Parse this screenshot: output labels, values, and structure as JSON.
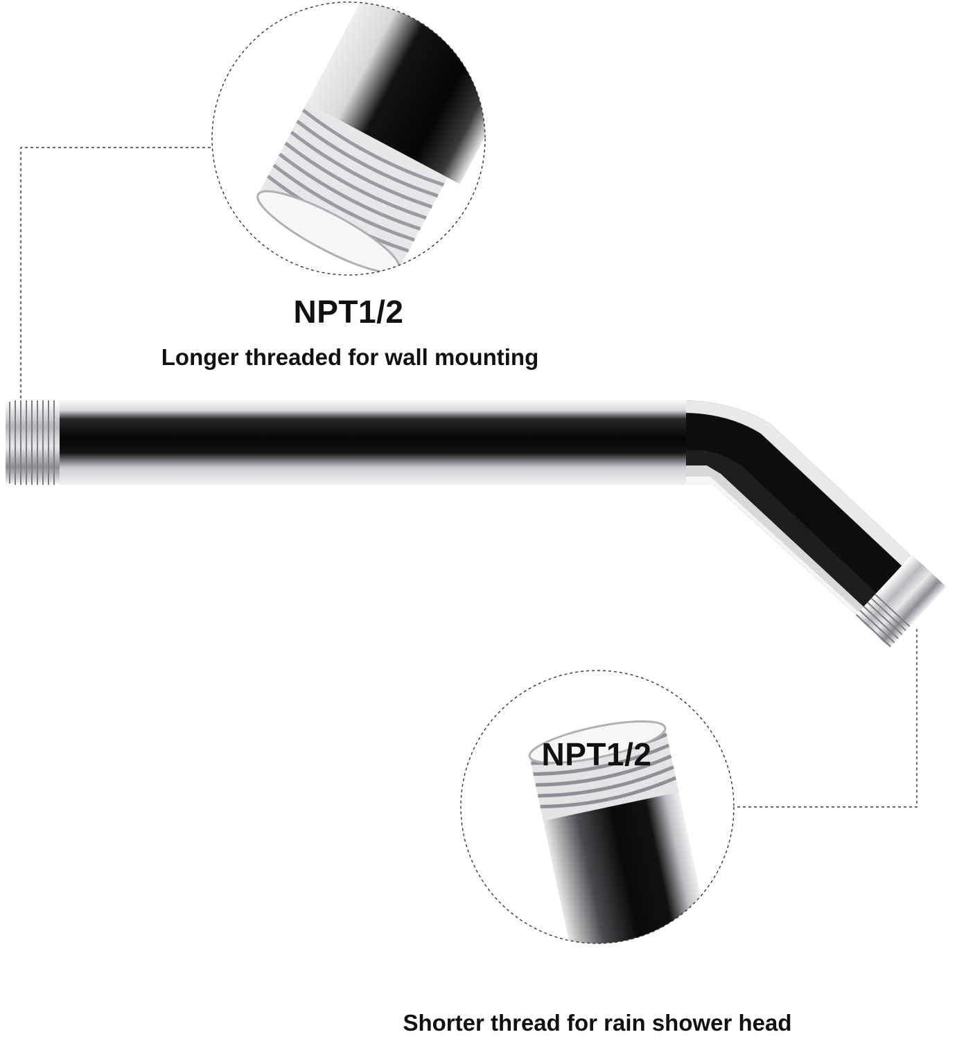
{
  "top_callout": {
    "spec": "NPT1/2",
    "description": "Longer threaded for wall mounting"
  },
  "bottom_callout": {
    "spec": "NPT1/2",
    "description": "Shorter thread for rain shower head"
  },
  "product": {
    "subject": "chrome-shower-arm",
    "finish_colors": {
      "chrome_dark": "#0b0b0c",
      "chrome_light": "#f4f4f5",
      "chrome_mid": "#9c9ca0"
    },
    "leader_line_color": "#333333"
  }
}
